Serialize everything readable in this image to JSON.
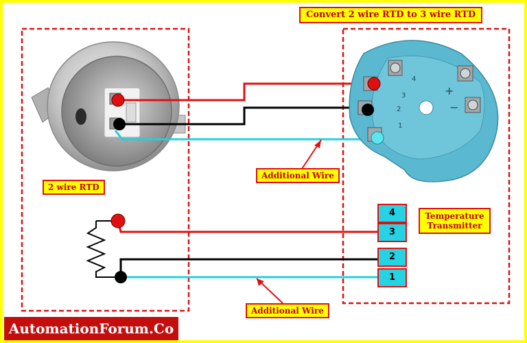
{
  "title": "Convert 2 wire RTD to 3 wire RTD",
  "rtd_label": "2 wire RTD",
  "additional_wire_top": "Additional Wire",
  "additional_wire_bottom": "Additional Wire",
  "transmitter_label": [
    "Temperature",
    "Transmitter"
  ],
  "terminals": [
    "4",
    "3",
    "2",
    "1"
  ],
  "transmitter_markings": {
    "t1": "1",
    "t2": "2",
    "t3": "3",
    "t4": "4",
    "plus": "+",
    "minus": "−"
  },
  "brand": "AutomationForum.Co",
  "colors": {
    "frame": "#ffff00",
    "dashed_box": "#e01010",
    "red_wire": "#e01010",
    "black_wire": "#000000",
    "cyan_wire": "#20d0e0",
    "terminal_fill": "#26d3e3",
    "transmitter_body": "#5ab8d0",
    "brand_bg": "#c40d0d"
  }
}
